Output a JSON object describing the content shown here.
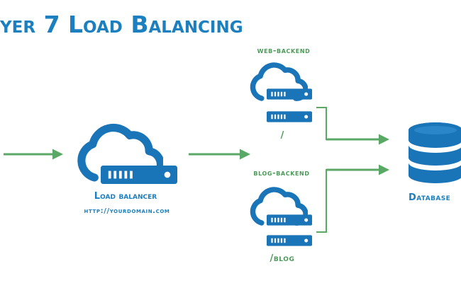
{
  "title": "yer 7 Load Balancing",
  "load_balancer": {
    "label": "Load balancer",
    "url": "http://yourdomain.com"
  },
  "backends": [
    {
      "label": "web-backend",
      "path": "/"
    },
    {
      "label": "blog-backend",
      "path": "/blog"
    }
  ],
  "database": {
    "label": "Database"
  },
  "colors": {
    "title": "#1c7fbf",
    "icon": "#1a74b8",
    "arrow": "#5aa866",
    "backend_text": "#4a9a58",
    "lb_text": "#1c7fbf"
  }
}
